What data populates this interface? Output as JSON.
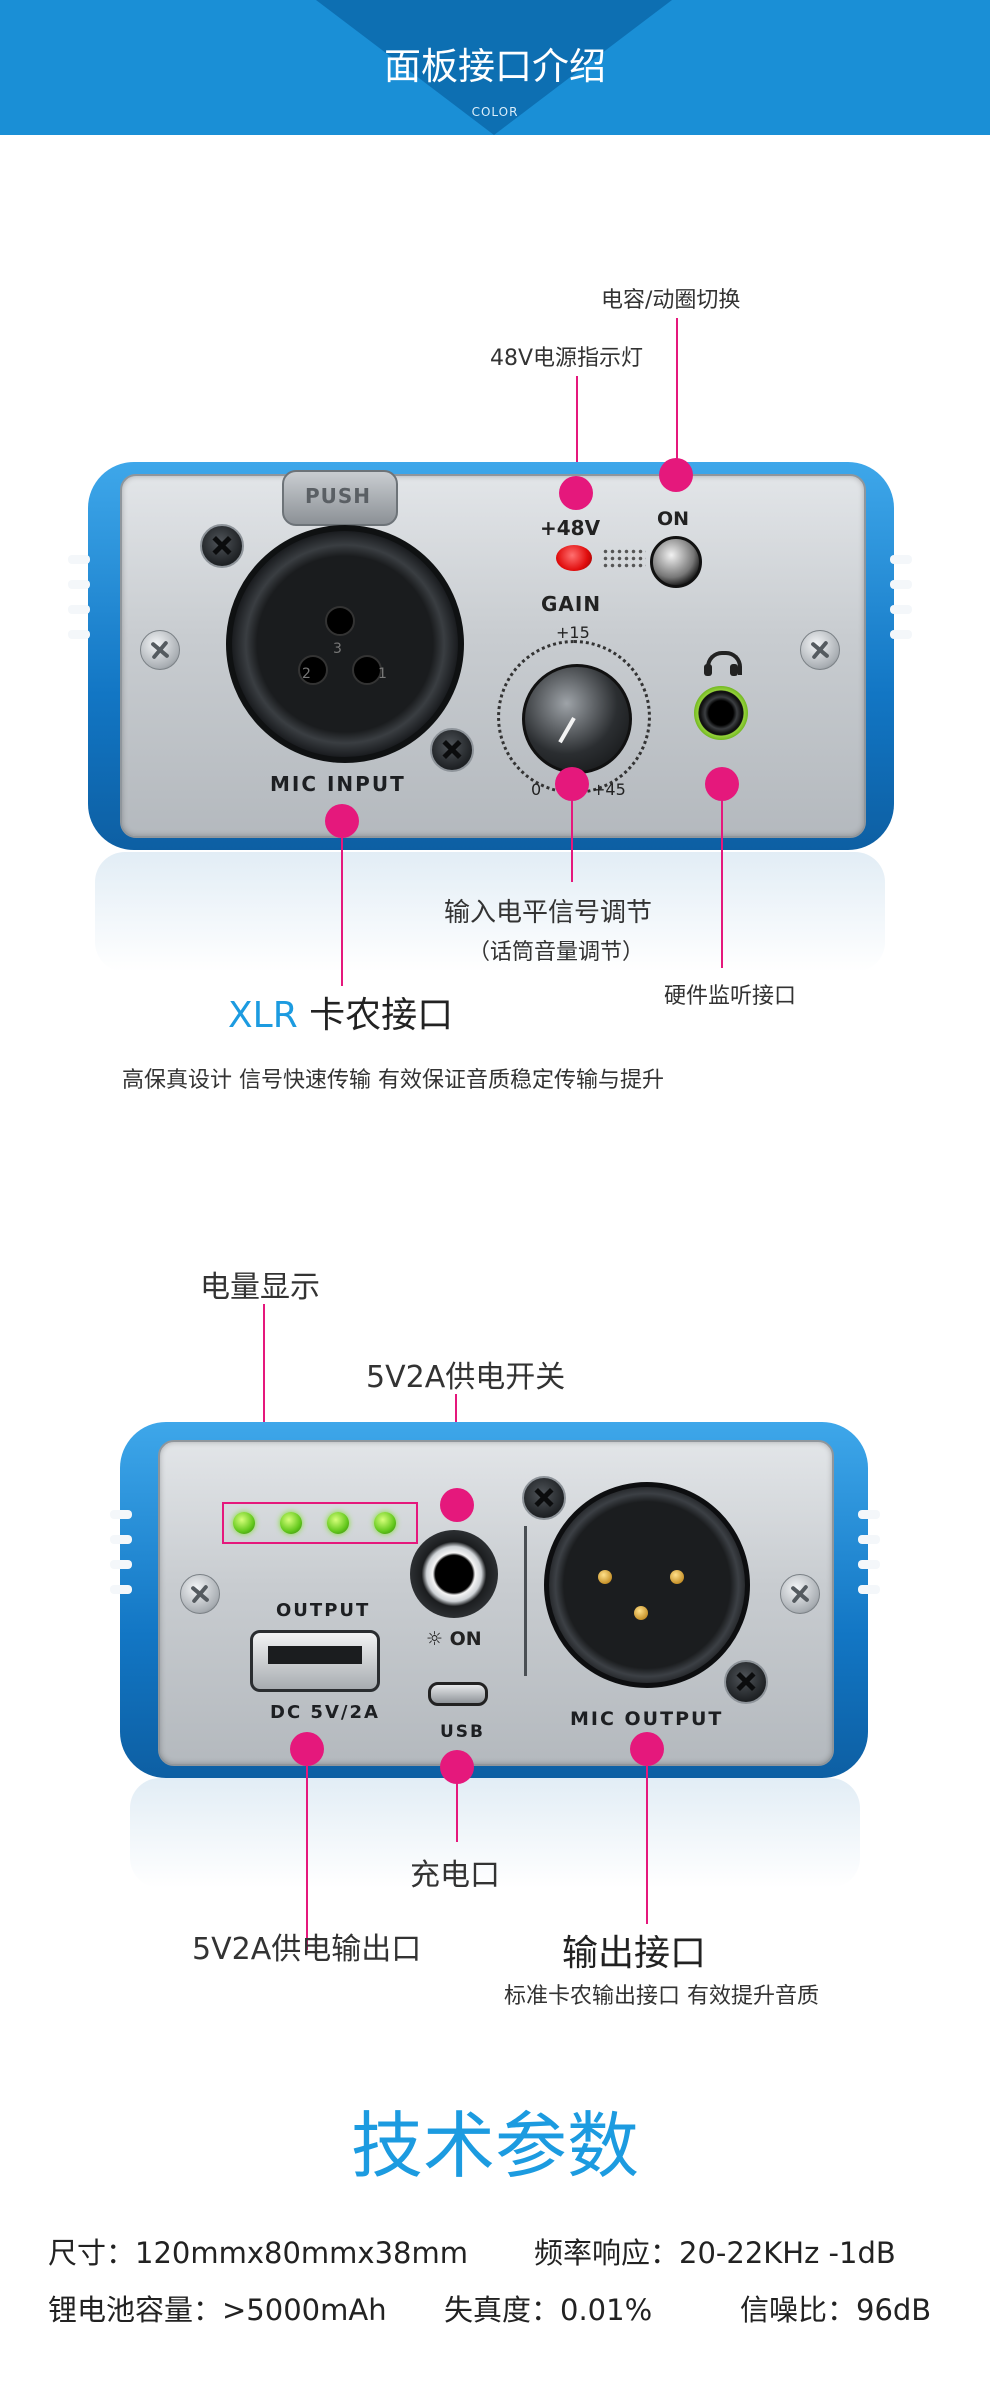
{
  "header": {
    "title": "面板接口介绍",
    "subtitle": "COLOR"
  },
  "panel1": {
    "callouts": {
      "switch": "电容/动圈切换",
      "led48v": "48V电源指示灯",
      "gain_title": "输入电平信号调节",
      "gain_sub": "（话筒音量调节）",
      "monitor": "硬件监听接口",
      "xlr_prefix": "XLR",
      "xlr_main": " 卡农接口",
      "xlr_desc": "高保真设计  信号快速传输  有效保证音质稳定传输与提升"
    },
    "device_labels": {
      "push": "PUSH",
      "p48v": "+48V",
      "on": "ON",
      "gain": "GAIN",
      "gain_top": "+15",
      "gain_min": "0",
      "gain_max": "+45",
      "mic_input": "MIC INPUT",
      "pin1": "1",
      "pin2": "2",
      "pin3": "3"
    }
  },
  "panel2": {
    "callouts": {
      "battery": "电量显示",
      "power_switch": "5V2A供电开关",
      "charge": "充电口",
      "dc_output": "5V2A供电输出口",
      "output_title": "输出接口",
      "output_desc": "标准卡农输出接口  有效提升音质"
    },
    "device_labels": {
      "output": "OUTPUT",
      "dc": "DC 5V/2A",
      "on": "☼ ON",
      "usb": "USB",
      "mic_output": "MIC OUTPUT"
    },
    "battery_leds": 4
  },
  "specs": {
    "title": "技术参数",
    "size": "尺寸：120mmx80mmx38mm",
    "freq": "频率响应：20-22KHz -1dB",
    "battery": "锂电池容量：>5000mAh",
    "distortion": "失真度：0.01%",
    "snr": "信噪比：96dB"
  },
  "colors": {
    "header_blue": "#1a8fd6",
    "accent_magenta": "#e5187c",
    "title_blue": "#1c9be0",
    "led_green": "#63c81c"
  }
}
